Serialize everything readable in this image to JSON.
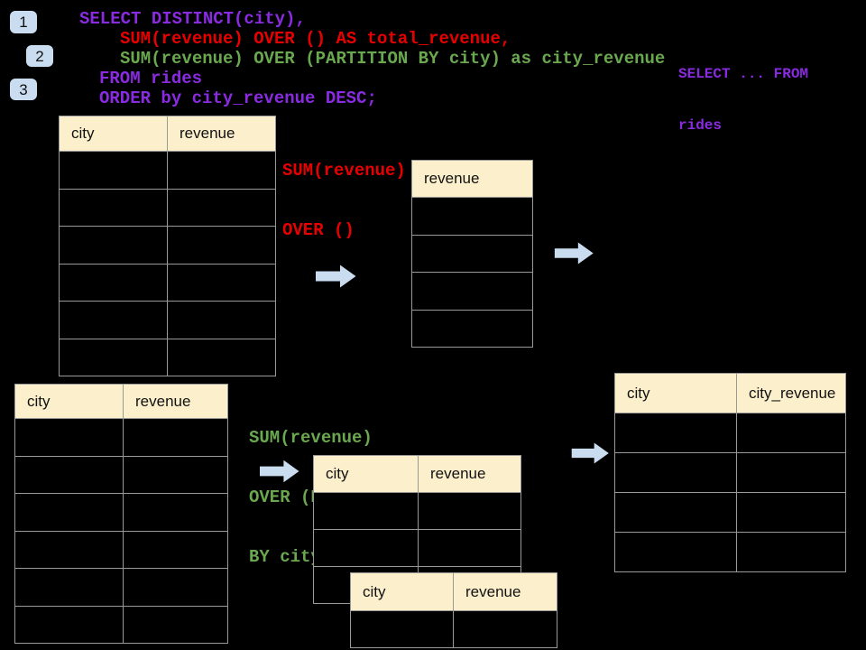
{
  "colors": {
    "background": "#000000",
    "purple": "#8A2BE2",
    "red": "#E80000",
    "green": "#6AA84F",
    "cream": "#FCF0CC",
    "light-blue": "#C9DCF0",
    "table-border": "#999999"
  },
  "badges": [
    {
      "label": "1"
    },
    {
      "label": "2"
    },
    {
      "label": "3"
    }
  ],
  "sql_code": {
    "lines": [
      {
        "text": "SELECT DISTINCT(city),",
        "color": "purple"
      },
      {
        "text": "SUM(revenue) OVER () AS total_revenue,",
        "color": "red"
      },
      {
        "text": "SUM(revenue) OVER (PARTITION BY city) as city_revenue",
        "color": "green"
      },
      {
        "text": "FROM rides",
        "color": "purple"
      },
      {
        "text": "ORDER by city_revenue DESC;",
        "color": "purple"
      }
    ]
  },
  "side_code": {
    "lines": [
      {
        "text": "SELECT ... FROM"
      },
      {
        "text": "rides"
      }
    ]
  },
  "annotations": {
    "total_revenue": {
      "lines": [
        {
          "text": "SUM(revenue)"
        },
        {
          "text": "OVER ()"
        }
      ]
    },
    "city_revenue": {
      "lines": [
        {
          "text": "SUM(revenue)"
        },
        {
          "text": "OVER (PARTITION"
        },
        {
          "text": "BY city)"
        }
      ]
    }
  },
  "tables": {
    "source_top": {
      "headers": [
        "city",
        "revenue"
      ],
      "empty_rows": 6
    },
    "source_bottom": {
      "headers": [
        "city",
        "revenue"
      ],
      "empty_rows": 6
    },
    "total_result": {
      "headers": [
        "revenue"
      ],
      "empty_rows": 4
    },
    "partition_back": {
      "headers": [
        "city",
        "revenue"
      ],
      "empty_rows": 3
    },
    "partition_front": {
      "headers": [
        "city",
        "revenue"
      ],
      "empty_rows": 1
    },
    "final_result": {
      "headers": [
        "city",
        "city_revenue"
      ],
      "empty_rows": 4
    }
  }
}
